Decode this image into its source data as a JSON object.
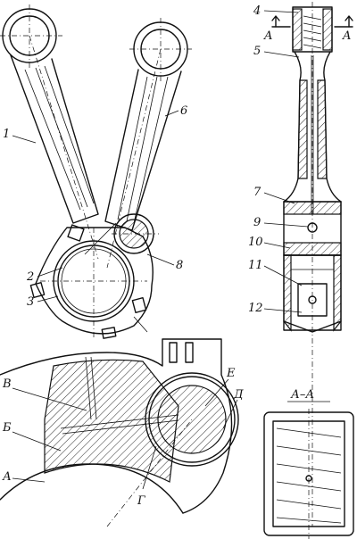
{
  "labels": {
    "n1": "1",
    "n2": "2",
    "n3": "3",
    "n4": "4",
    "n5": "5",
    "n6": "6",
    "n7": "7",
    "n8": "8",
    "n9": "9",
    "n10": "10",
    "n11": "11",
    "n12": "12",
    "A_left_top": "A",
    "A_right_top": "A",
    "V": "В",
    "B": "Б",
    "A_detail": "А",
    "G": "Г",
    "E": "Е",
    "D": "Д",
    "section_title": "А–А"
  }
}
